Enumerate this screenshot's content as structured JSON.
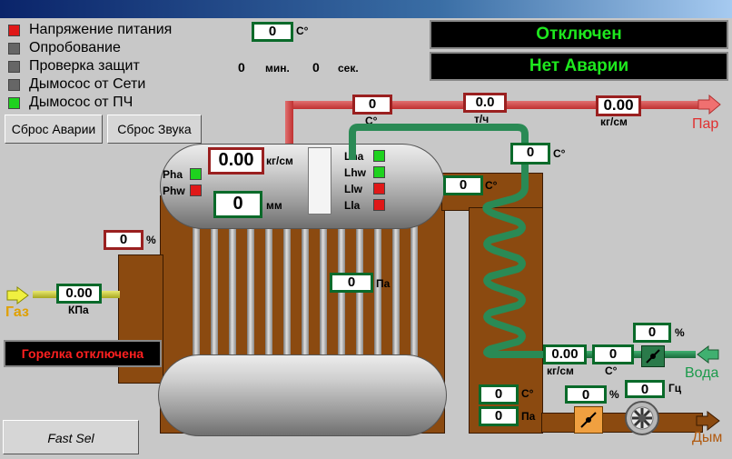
{
  "status": {
    "state": "Отключен",
    "alarm": "Нет Аварии"
  },
  "legend": [
    {
      "label": "Напряжение питания",
      "color": "#e01818"
    },
    {
      "label": "Опробование",
      "color": "#666666"
    },
    {
      "label": "Проверка защит",
      "color": "#666666"
    },
    {
      "label": "Дымосос от Сети",
      "color": "#666666"
    },
    {
      "label": "Дымосос от ПЧ",
      "color": "#1ed21e"
    }
  ],
  "top_temp": {
    "value": "0",
    "unit": "С°"
  },
  "timer": {
    "min": "0",
    "min_unit": "мин.",
    "sec": "0",
    "sec_unit": "сек."
  },
  "buttons": {
    "reset_alarm": "Сброс Аварии",
    "reset_sound": "Сброс Звука",
    "fast_sel": "Fast Sel"
  },
  "steam": {
    "temp": "0",
    "temp_unit": "С°",
    "flow": "0.0",
    "flow_unit": "т/ч",
    "pressure": "0.00",
    "pressure_unit": "кг/см",
    "label": "Пар"
  },
  "drum": {
    "pressure": "0.00",
    "pressure_unit": "кг/см",
    "level": "0",
    "level_unit": "мм",
    "pha": "Pha",
    "phw": "Phw",
    "lha": "Lha",
    "lhw": "Lhw",
    "llw": "Llw",
    "lla": "Lla"
  },
  "economizer": {
    "temp_in": "0",
    "temp_in_unit": "С°",
    "temp_out": "0",
    "temp_out_unit": "С°"
  },
  "furnace": {
    "pressure": "0",
    "pressure_unit": "Па"
  },
  "air": {
    "percent": "0",
    "unit": "%"
  },
  "gas": {
    "label": "Газ",
    "pressure": "0.00",
    "unit": "КПа"
  },
  "burner": {
    "status": "Горелка отключена"
  },
  "water": {
    "label": "Вода",
    "pressure": "0.00",
    "pressure_unit": "кг/см",
    "temp": "0",
    "temp_unit": "С°",
    "valve_percent": "0",
    "valve_unit": "%"
  },
  "flue": {
    "temp": "0",
    "temp_unit": "С°",
    "pressure": "0",
    "pressure_unit": "Па",
    "damper_percent": "0",
    "damper_unit": "%",
    "fan_freq": "0",
    "fan_unit": "Гц",
    "label": "Дым"
  }
}
